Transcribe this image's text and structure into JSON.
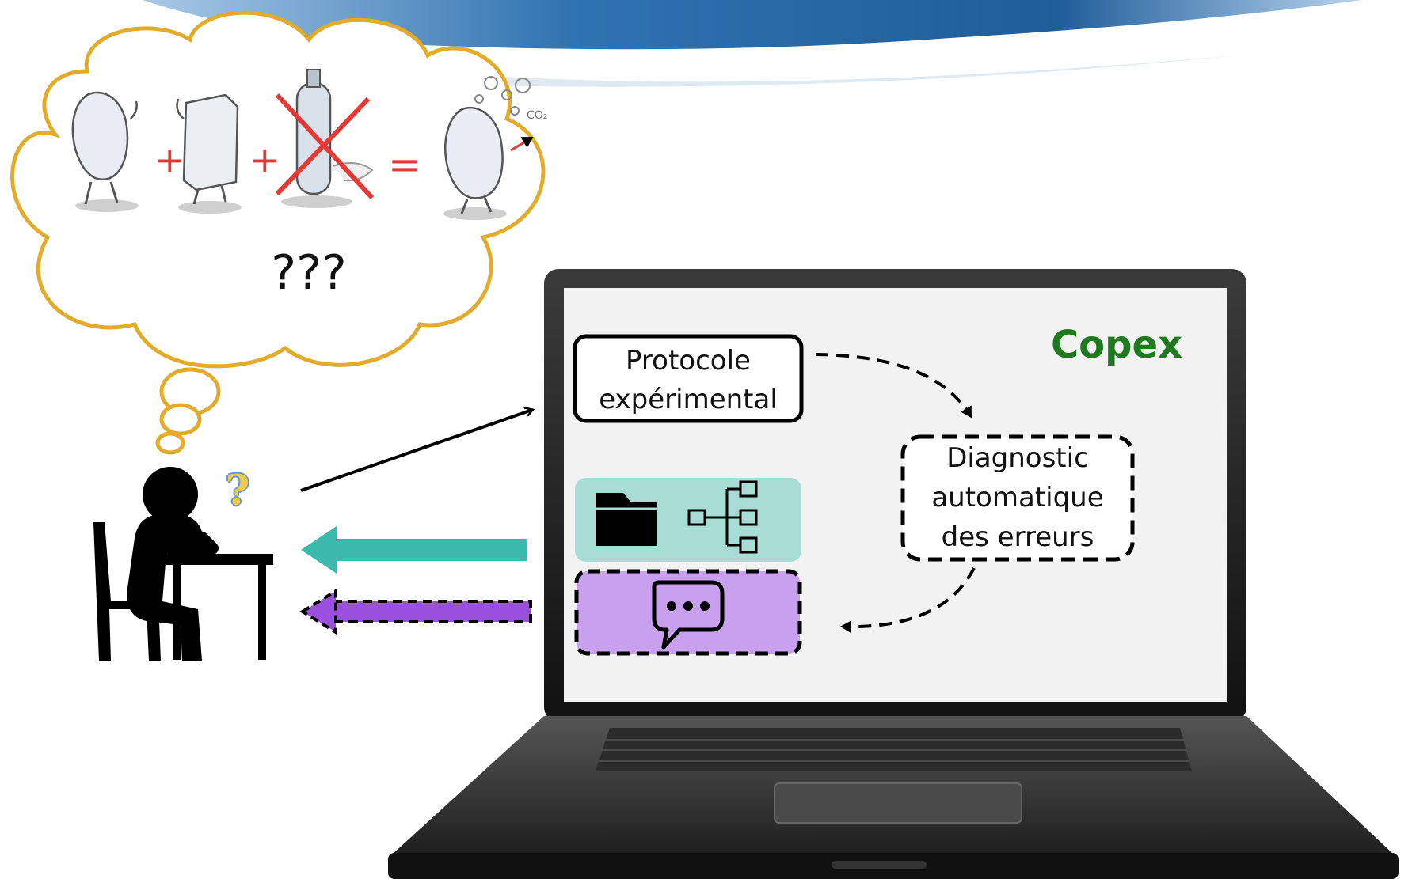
{
  "thought_bubble": {
    "text": "???"
  },
  "learner": {
    "question_mark": "?"
  },
  "screen": {
    "app_name": "Copex",
    "protocol_box": {
      "lines": [
        "Protocole",
        "expérimental"
      ]
    },
    "diagnostic_box": {
      "lines": [
        "Diagnostic",
        "automatique",
        "des erreurs"
      ]
    }
  },
  "colors": {
    "cloud_outline": "#e2ab2c",
    "teal": "#3bb9ad",
    "teal_light": "#a8ddd6",
    "purple": "#9b4fdd",
    "purple_light": "#c9a0ee",
    "copex_green": "#1f7a1f",
    "banner_blue": "#2b6ca8"
  }
}
